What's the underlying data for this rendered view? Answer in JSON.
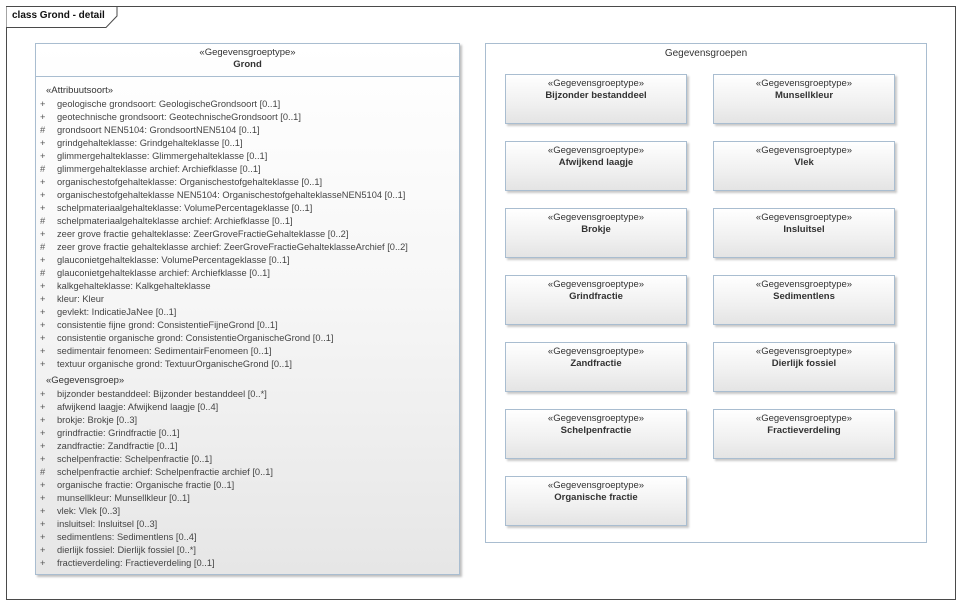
{
  "frame": {
    "title": "class Grond - detail"
  },
  "grond": {
    "stereotype": "«Gegevensgroeptype»",
    "name": "Grond",
    "attr_section": "«Attribuutsoort»",
    "attributes": [
      {
        "vis": "+",
        "text": "geologische grondsoort: GeologischeGrondsoort [0..1]"
      },
      {
        "vis": "+",
        "text": "geotechnische grondsoort: GeotechnischeGrondsoort [0..1]"
      },
      {
        "vis": "#",
        "text": "grondsoort NEN5104: GrondsoortNEN5104 [0..1]"
      },
      {
        "vis": "+",
        "text": "grindgehalteklasse: Grindgehalteklasse [0..1]"
      },
      {
        "vis": "+",
        "text": "glimmergehalteklasse: Glimmergehalteklasse [0..1]"
      },
      {
        "vis": "#",
        "text": "glimmergehalteklasse archief: Archiefklasse [0..1]"
      },
      {
        "vis": "+",
        "text": "organischestofgehalteklasse: Organischestofgehalteklasse [0..1]"
      },
      {
        "vis": "+",
        "text": "organischestofgehalteklasse NEN5104: OrganischestofgehalteklasseNEN5104 [0..1]"
      },
      {
        "vis": "+",
        "text": "schelpmateriaalgehalteklasse: VolumePercentageklasse [0..1]"
      },
      {
        "vis": "#",
        "text": "schelpmateriaalgehalteklasse archief: Archiefklasse [0..1]"
      },
      {
        "vis": "+",
        "text": "zeer grove fractie gehalteklasse: ZeerGroveFractieGehalteklasse [0..2]"
      },
      {
        "vis": "#",
        "text": "zeer grove fractie gehalteklasse archief: ZeerGroveFractieGehalteklasseArchief [0..2]"
      },
      {
        "vis": "+",
        "text": "glauconietgehalteklasse: VolumePercentageklasse [0..1]"
      },
      {
        "vis": "#",
        "text": "glauconietgehalteklasse archief: Archiefklasse [0..1]"
      },
      {
        "vis": "+",
        "text": "kalkgehalteklasse: Kalkgehalteklasse"
      },
      {
        "vis": "+",
        "text": "kleur: Kleur"
      },
      {
        "vis": "+",
        "text": "gevlekt: IndicatieJaNee [0..1]"
      },
      {
        "vis": "+",
        "text": "consistentie fijne grond: ConsistentieFijneGrond [0..1]"
      },
      {
        "vis": "+",
        "text": "consistentie organische grond: ConsistentieOrganischeGrond [0..1]"
      },
      {
        "vis": "+",
        "text": "sedimentair fenomeen: SedimentairFenomeen [0..1]"
      },
      {
        "vis": "+",
        "text": "textuur organische grond: TextuurOrganischeGrond [0..1]"
      }
    ],
    "group_section": "«Gegevensgroep»",
    "groups": [
      {
        "vis": "+",
        "text": "bijzonder bestanddeel: Bijzonder bestanddeel [0..*]"
      },
      {
        "vis": "+",
        "text": "afwijkend laagje: Afwijkend laagje [0..4]"
      },
      {
        "vis": "+",
        "text": "brokje: Brokje [0..3]"
      },
      {
        "vis": "+",
        "text": "grindfractie: Grindfractie [0..1]"
      },
      {
        "vis": "+",
        "text": "zandfractie: Zandfractie [0..1]"
      },
      {
        "vis": "+",
        "text": "schelpenfractie: Schelpenfractie [0..1]"
      },
      {
        "vis": "#",
        "text": "schelpenfractie archief: Schelpenfractie archief [0..1]"
      },
      {
        "vis": "+",
        "text": "organische fractie: Organische fractie [0..1]"
      },
      {
        "vis": "+",
        "text": "munsellkleur: Munsellkleur [0..1]"
      },
      {
        "vis": "+",
        "text": "vlek: Vlek [0..3]"
      },
      {
        "vis": "+",
        "text": "insluitsel: Insluitsel [0..3]"
      },
      {
        "vis": "+",
        "text": "sedimentlens: Sedimentlens [0..4]"
      },
      {
        "vis": "+",
        "text": "dierlijk fossiel: Dierlijk fossiel [0..*]"
      },
      {
        "vis": "+",
        "text": "fractieverdeling: Fractieverdeling [0..1]"
      }
    ]
  },
  "package": {
    "title": "Gegevensgroepen",
    "boxes": [
      {
        "stereo": "«Gegevensgroeptype»",
        "name": "Bijzonder bestanddeel"
      },
      {
        "stereo": "«Gegevensgroeptype»",
        "name": "Munsellkleur"
      },
      {
        "stereo": "«Gegevensgroeptype»",
        "name": "Afwijkend laagje"
      },
      {
        "stereo": "«Gegevensgroeptype»",
        "name": "Vlek"
      },
      {
        "stereo": "«Gegevensgroeptype»",
        "name": "Brokje"
      },
      {
        "stereo": "«Gegevensgroeptype»",
        "name": "Insluitsel"
      },
      {
        "stereo": "«Gegevensgroeptype»",
        "name": "Grindfractie"
      },
      {
        "stereo": "«Gegevensgroeptype»",
        "name": "Sedimentlens"
      },
      {
        "stereo": "«Gegevensgroeptype»",
        "name": "Zandfractie"
      },
      {
        "stereo": "«Gegevensgroeptype»",
        "name": "Dierlijk fossiel"
      },
      {
        "stereo": "«Gegevensgroeptype»",
        "name": "Schelpenfractie"
      },
      {
        "stereo": "«Gegevensgroeptype»",
        "name": "Fractieverdeling"
      },
      {
        "stereo": "«Gegevensgroeptype»",
        "name": "Organische fractie"
      }
    ]
  }
}
